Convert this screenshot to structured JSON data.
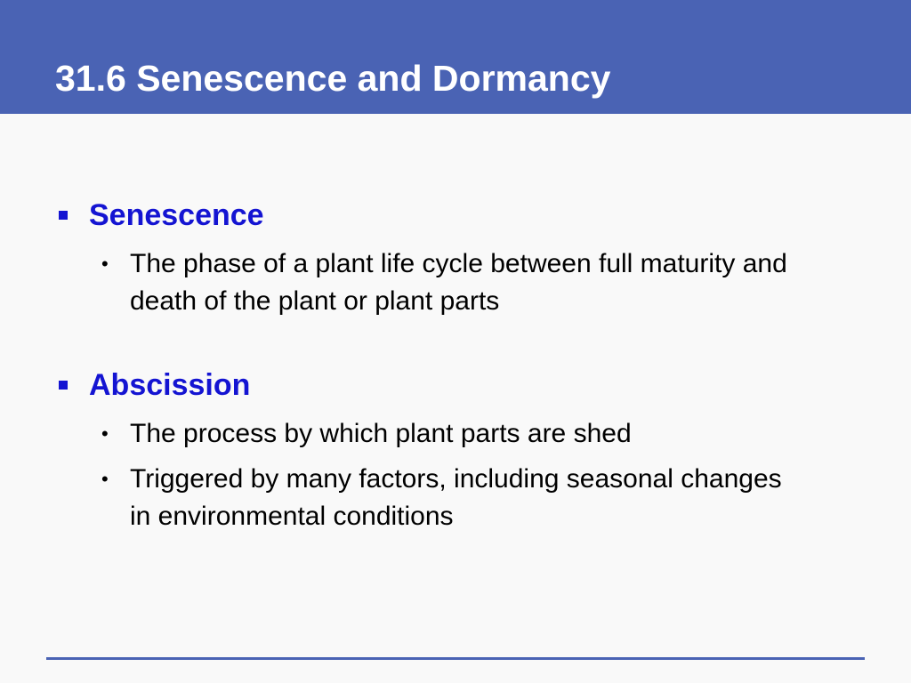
{
  "slide": {
    "title": "31.6 Senescence and Dormancy",
    "sections": [
      {
        "heading": "Senescence",
        "points": [
          "The phase of a plant life cycle between full maturity and death of the plant or plant parts"
        ]
      },
      {
        "heading": "Abscission",
        "points": [
          "The process by which plant parts are shed",
          "Triggered by many factors, including seasonal changes in environmental conditions"
        ]
      }
    ]
  },
  "colors": {
    "title_bar": "#4a63b4",
    "title_text": "#ffffff",
    "heading_text": "#1414d2",
    "body_text": "#000000",
    "background": "#f9f9f9",
    "footer_line": "#4a63b4"
  }
}
